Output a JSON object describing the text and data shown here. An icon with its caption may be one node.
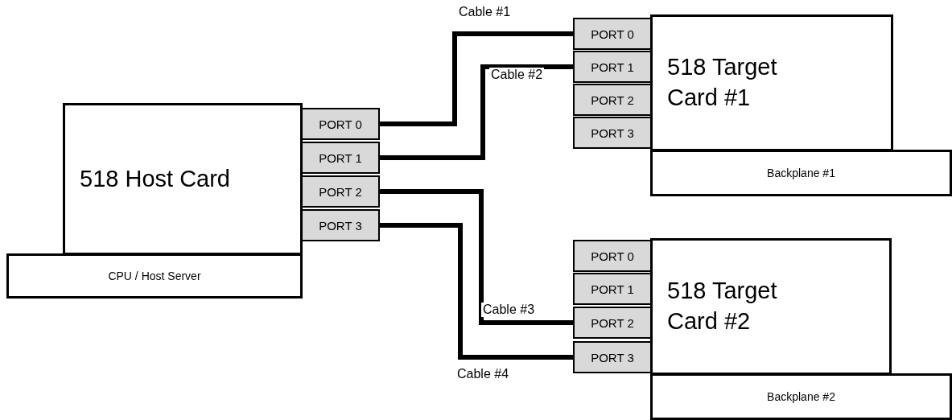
{
  "diagram": {
    "nodes": [
      {
        "text": [
          "518 Host Card"
        ]
      },
      {
        "text": [
          "PORT 0"
        ]
      },
      {
        "text": [
          "PORT 1"
        ]
      },
      {
        "text": [
          "PORT 2"
        ]
      },
      {
        "text": [
          "PORT 3"
        ]
      },
      {
        "text": [
          "CPU / Host Server"
        ]
      },
      {
        "text": [
          "518 Target Card #1"
        ]
      },
      {
        "text": [
          "PORT 0"
        ]
      },
      {
        "text": [
          "PORT 1"
        ]
      },
      {
        "text": [
          "PORT 2"
        ]
      },
      {
        "text": [
          "PORT 3"
        ]
      },
      {
        "text": [
          "Backplane #1"
        ]
      },
      {
        "text": [
          "518 Target Card #2"
        ]
      },
      {
        "text": [
          "PORT 0"
        ]
      },
      {
        "text": [
          "PORT 1"
        ]
      },
      {
        "text": [
          "PORT 2"
        ]
      },
      {
        "text": [
          "PORT 3"
        ]
      },
      {
        "text": [
          "Backplane #2"
        ]
      }
    ],
    "edges": [
      {
        "from": 1,
        "to": 7,
        "arrow": "none",
        "label": "Cable #1"
      },
      {
        "from": 2,
        "to": 8,
        "arrow": "none",
        "label": "Cable #2"
      },
      {
        "from": 3,
        "to": 15,
        "arrow": "none",
        "label": "Cable #3"
      },
      {
        "from": 4,
        "to": 16,
        "arrow": "none",
        "label": "Cable #4"
      }
    ]
  }
}
